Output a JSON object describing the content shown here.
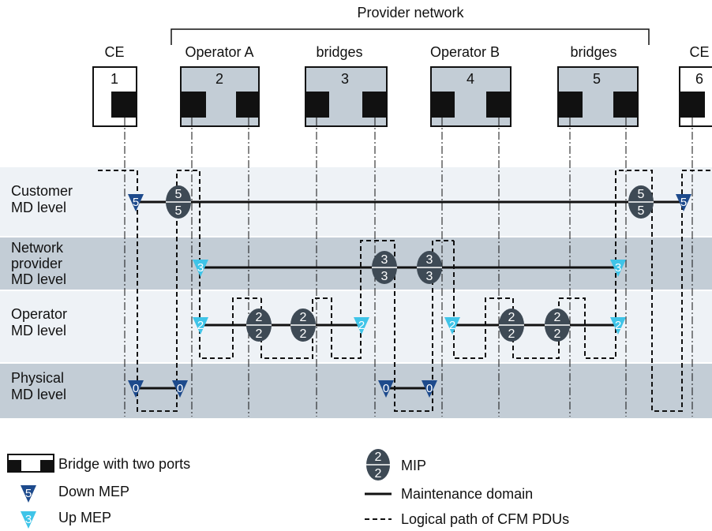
{
  "header": {
    "provider_label": "Provider network"
  },
  "devices": [
    {
      "number": "1",
      "label": "CE"
    },
    {
      "number": "2",
      "label": "Operator A"
    },
    {
      "number": "3",
      "label": "bridges"
    },
    {
      "number": "4",
      "label": "Operator B"
    },
    {
      "number": "5",
      "label": "bridges"
    },
    {
      "number": "6",
      "label": "CE"
    }
  ],
  "levels": [
    {
      "label_lines": [
        "Customer",
        "MD level"
      ],
      "md_level": "5"
    },
    {
      "label_lines": [
        "Network",
        "provider",
        "MD level"
      ],
      "md_level": "3"
    },
    {
      "label_lines": [
        "Operator",
        "MD level"
      ],
      "md_level": "2"
    },
    {
      "label_lines": [
        "Physical",
        "MD level"
      ],
      "md_level": "0"
    }
  ],
  "legend": {
    "bridge": "Bridge with two ports",
    "down_mep": "Down MEP",
    "down_mep_symbol": "5",
    "up_mep": "Up MEP",
    "up_mep_symbol": "3",
    "mip": "MIP",
    "mip_symbol": "2",
    "md": "Maintenance domain",
    "path": "Logical path of CFM PDUs"
  },
  "colors": {
    "band_light": "#eef2f6",
    "band_dark": "#c3cdd6",
    "device_fill": "#c3cdd6",
    "port": "#111111",
    "down_mep": "#1d4a8c",
    "up_mep": "#3fc4e8",
    "mip": "#3e4a55"
  }
}
